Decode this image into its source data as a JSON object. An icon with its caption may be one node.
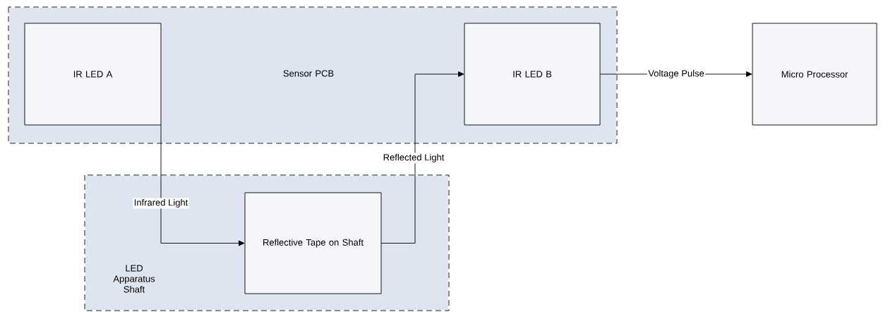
{
  "diagram": {
    "nodes": [
      {
        "text": [
          "Sensor PCB"
        ]
      },
      {
        "text": [
          "IR LED A"
        ],
        "in": 0
      },
      {
        "text": [
          "IR LED B"
        ],
        "in": 0
      },
      {
        "text": [
          "Micro Processor"
        ]
      },
      {
        "text": [
          "LED Apparatus Shaft"
        ]
      },
      {
        "text": [
          "Reflective Tape on Shaft"
        ],
        "in": 4
      }
    ],
    "edges": [
      {
        "from": 1,
        "to": 5,
        "arrow": "to",
        "label": "Infrared Light"
      },
      {
        "from": 5,
        "to": 2,
        "arrow": "to",
        "label": "Reflected Light"
      },
      {
        "from": 2,
        "to": 3,
        "arrow": "to",
        "label": "Voltage Pulse"
      }
    ]
  }
}
